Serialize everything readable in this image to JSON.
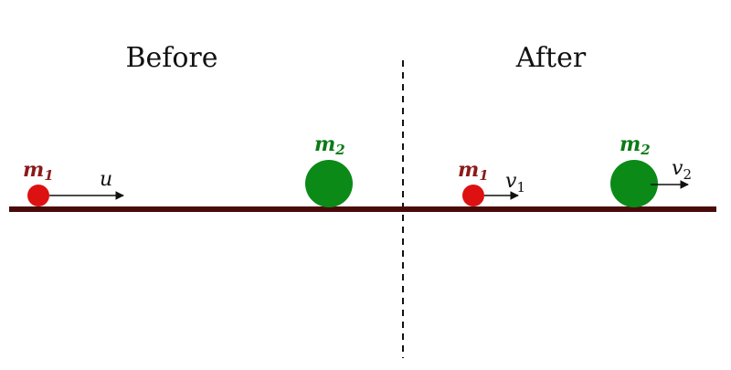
{
  "panels": {
    "before_label": "Before",
    "after_label": "After"
  },
  "before": {
    "mass1": {
      "symbol": "m",
      "subscript": "1"
    },
    "mass2": {
      "symbol": "m",
      "subscript": "2"
    },
    "velocity1": {
      "symbol": "u"
    }
  },
  "after": {
    "mass1": {
      "symbol": "m",
      "subscript": "1"
    },
    "mass2": {
      "symbol": "m",
      "subscript": "2"
    },
    "velocity1": {
      "symbol": "v",
      "subscript": "1"
    },
    "velocity2": {
      "symbol": "v",
      "subscript": "2"
    }
  },
  "colors": {
    "mass1": "#dd1111",
    "mass1_label": "#8b1a1a",
    "mass2": "#0b8a18",
    "mass2_label": "#0b7a16",
    "ground": "#4a0a0a",
    "divider": "#111111",
    "arrow": "#111111"
  },
  "icons": {
    "mass1": "small-red-ball",
    "mass2": "large-green-ball",
    "velocity": "right-arrow"
  }
}
